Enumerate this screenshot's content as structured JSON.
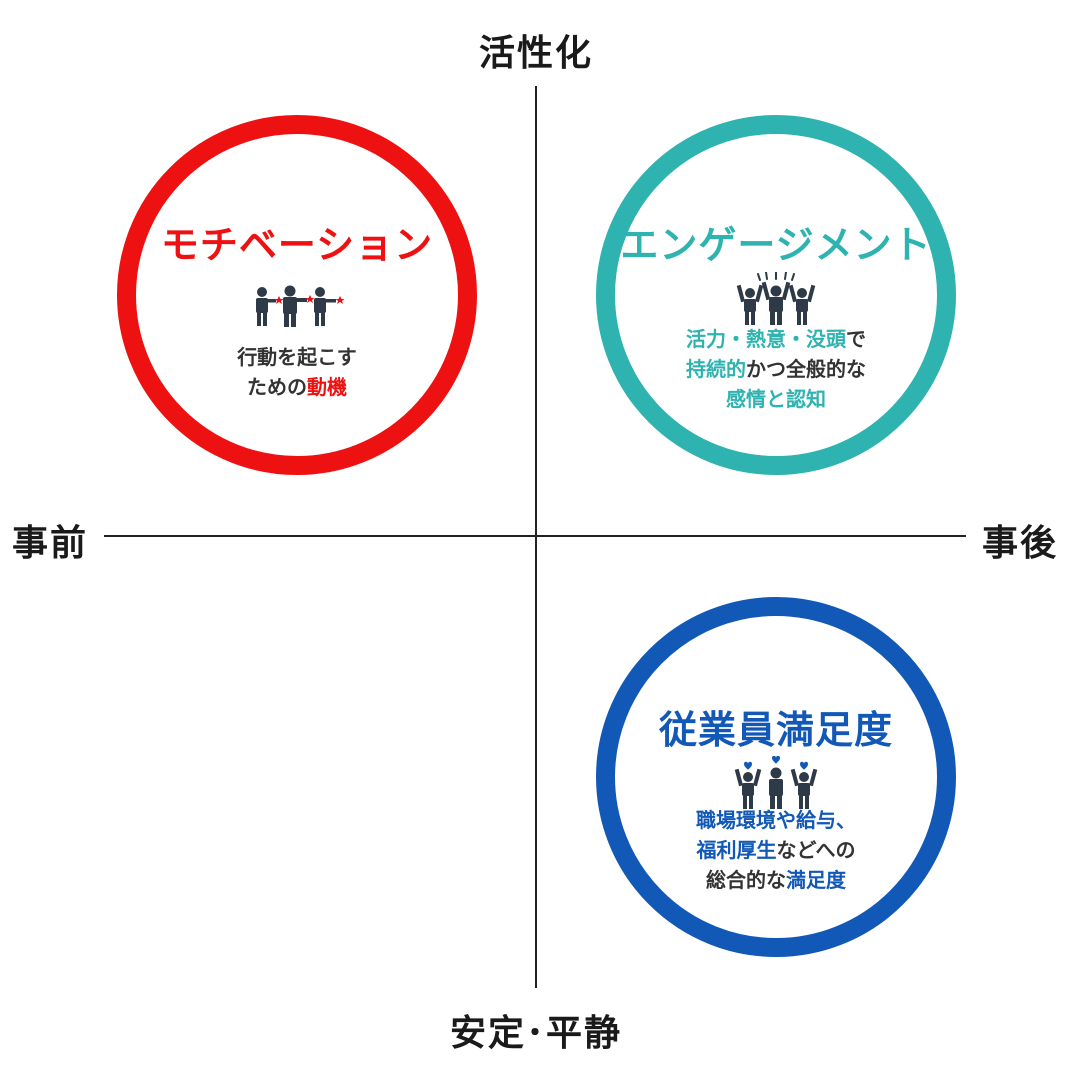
{
  "axes": {
    "top": "活性化",
    "bottom": "安定･平静",
    "left": "事前",
    "right": "事後"
  },
  "motivation": {
    "title": "モチベーション",
    "icon": "people-pointing-stars-icon",
    "desc_line1": "行動を起こす",
    "desc_line2_a": "ための",
    "desc_line2_b": "動機",
    "color": "#ee1111"
  },
  "engagement": {
    "title": "エンゲージメント",
    "icon": "people-cheering-icon",
    "desc_line1_a": "活力・熱意・没頭",
    "desc_line1_b": "で",
    "desc_line2_a": "持続的",
    "desc_line2_b": "かつ全般的な",
    "desc_line3": "感情と認知",
    "color": "#2fb3b0"
  },
  "satisfaction": {
    "title": "従業員満足度",
    "icon": "people-hearts-icon",
    "desc_line1": "職場環境や給与、",
    "desc_line2_a": "福利厚生",
    "desc_line2_b": "などへの",
    "desc_line3_a": "総合的な",
    "desc_line3_b": "満足度",
    "color": "#1259b7"
  }
}
